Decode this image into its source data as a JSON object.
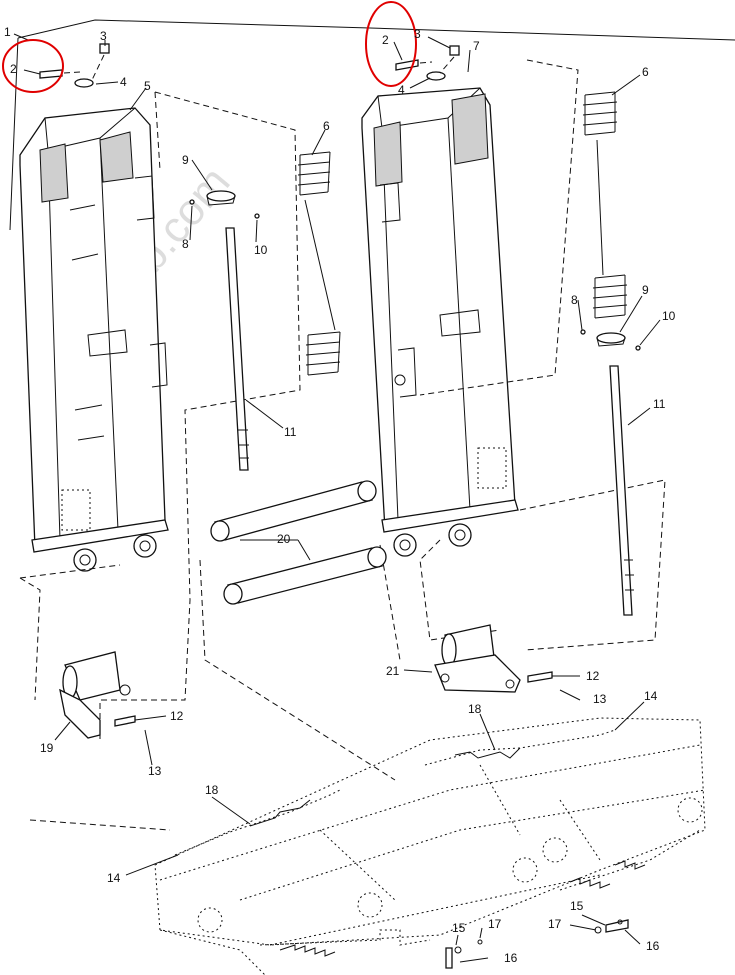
{
  "watermark": "www.tpub.com",
  "highlight_color": "#e00000",
  "callouts": {
    "c1": "1",
    "c2a": "2",
    "c3a": "3",
    "c4a": "4",
    "c5": "5",
    "c6a": "6",
    "c8a": "8",
    "c9a": "9",
    "c10a": "10",
    "c11a": "11",
    "c12a": "12",
    "c13a": "13",
    "c19": "19",
    "c20": "20",
    "c2b": "2",
    "c3b": "3",
    "c4b": "4",
    "c7": "7",
    "c6b": "6",
    "c8b": "8",
    "c9b": "9",
    "c10b": "10",
    "c11b": "11",
    "c21": "21",
    "c12b": "12",
    "c13b": "13",
    "c14a": "14",
    "c18a": "18",
    "c18b": "18",
    "c14b": "14",
    "c15a": "15",
    "c17a": "17",
    "c16a": "16",
    "c15b": "15",
    "c17b": "17",
    "c16b": "16"
  }
}
